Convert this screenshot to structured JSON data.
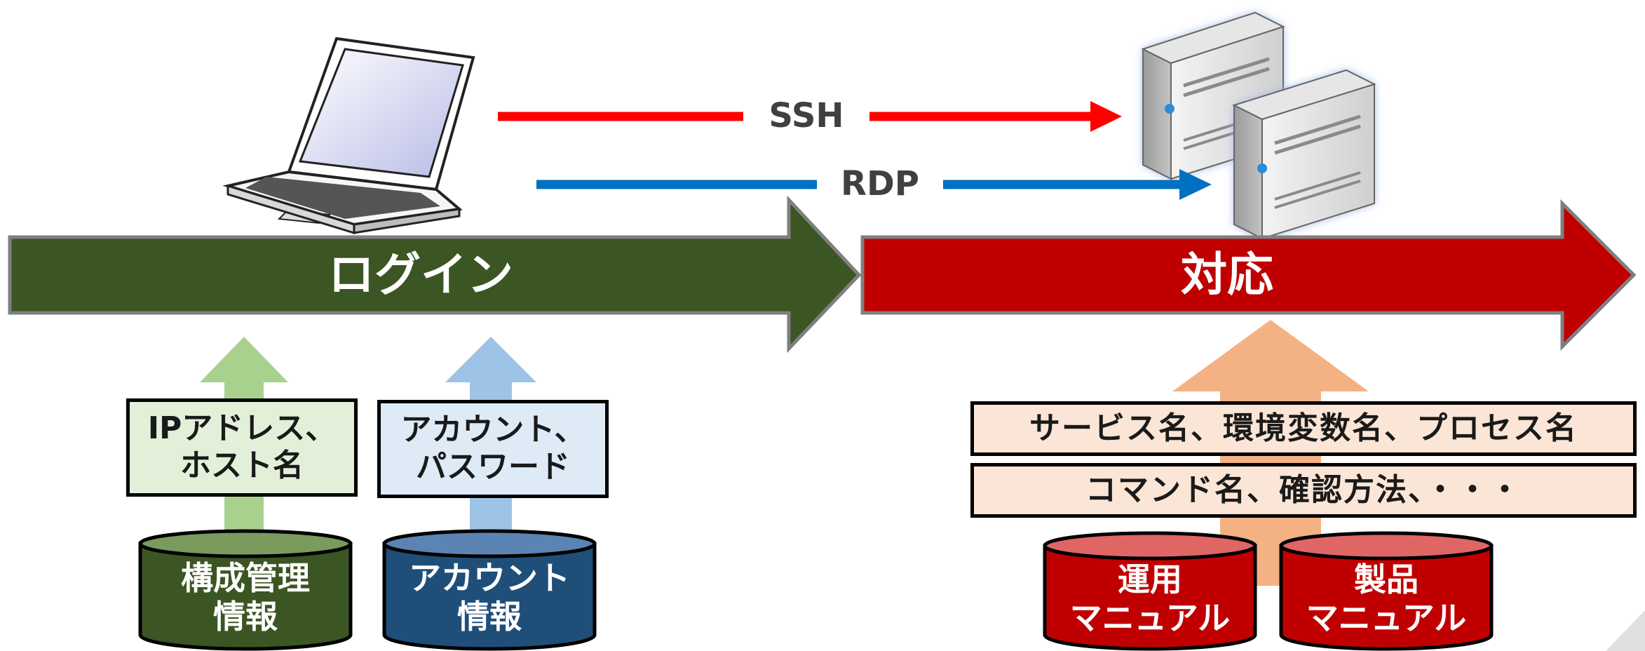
{
  "protocols": {
    "ssh": "SSH",
    "rdp": "RDP"
  },
  "stages": {
    "login": "ログイン",
    "response": "対応"
  },
  "login_inputs": [
    {
      "text": "IPアドレス、\nホスト名",
      "source": "構成管理\n情報"
    },
    {
      "text": "アカウント、\nパスワード",
      "source": "アカウント\n情報"
    }
  ],
  "response_inputs": {
    "rows": [
      "サービス名、環境変数名、プロセス名",
      "コマンド名、確認方法、・・・"
    ],
    "sources": [
      "運用\nマニュアル",
      "製品\nマニュアル"
    ]
  },
  "colors": {
    "login_arrow": "#3b5523",
    "response_arrow": "#c00000",
    "ssh_line": "#ff0000",
    "rdp_line": "#0070c0",
    "config_db": "#3b5523",
    "account_db": "#1f4e79",
    "manual_db": "#c00000"
  }
}
